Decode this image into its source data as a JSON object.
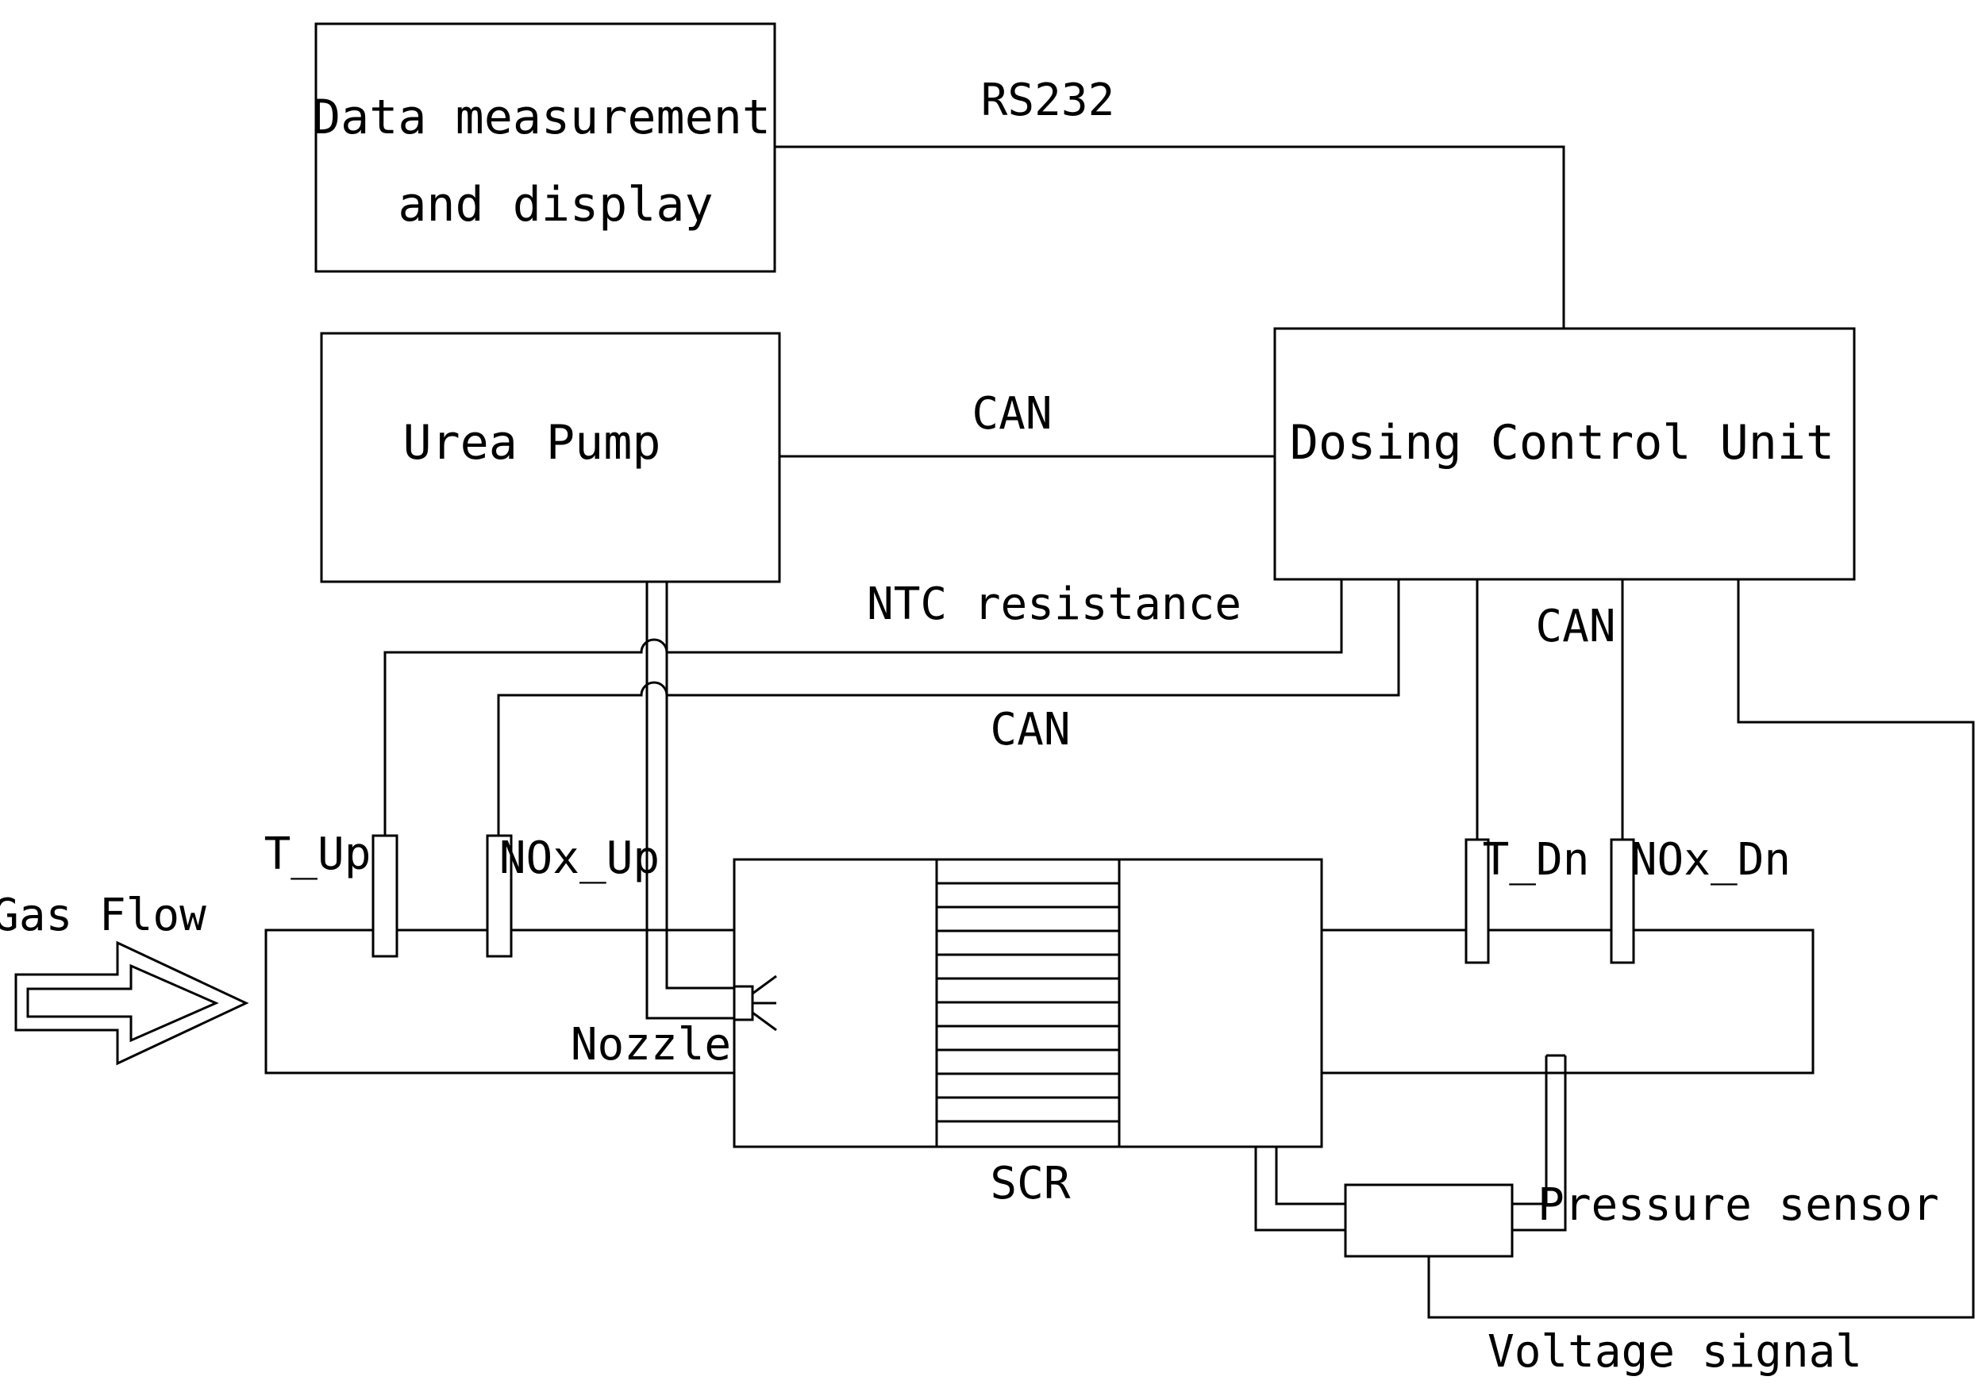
{
  "blocks": {
    "data_display_line1": "Data measurement",
    "data_display_line2": "and display",
    "urea_pump": "Urea Pump",
    "dcu": "Dosing Control Unit"
  },
  "signals": {
    "rs232": "RS232",
    "can_pump": "CAN",
    "ntc": "NTC resistance",
    "can_up": "CAN",
    "can_dn": "CAN",
    "voltage": "Voltage signal"
  },
  "sensors": {
    "t_up": "T_Up",
    "nox_up": "NOx_Up",
    "t_dn": "T_Dn",
    "nox_dn": "NOx_Dn",
    "pressure": "Pressure sensor"
  },
  "exhaust": {
    "gas_flow": "Gas Flow",
    "nozzle": "Nozzle",
    "scr": "SCR"
  }
}
